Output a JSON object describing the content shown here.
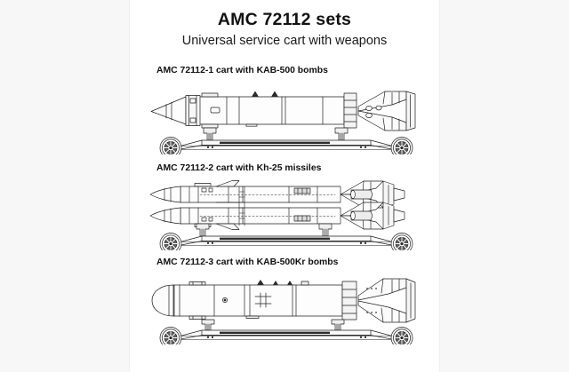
{
  "page": {
    "background_color": "#f7f7f7",
    "sheet_color": "#ffffff",
    "title": "AMC 72112 sets",
    "subtitle": "Universal service cart with weapons"
  },
  "sections": [
    {
      "id": "set-1",
      "heading": "AMC 72112-1 cart with KAB-500 bombs",
      "drawing_name": "cart-with-kab-500-bombs-drawing",
      "weapon": "KAB-500 guided bomb",
      "nose": "pointed conical",
      "cart": "universal service cart with two wheels",
      "wheels": 2
    },
    {
      "id": "set-2",
      "heading": "AMC 72112-2 cart with Kh-25 missiles",
      "drawing_name": "cart-with-kh-25-missiles-drawing",
      "weapon": "Kh-25 air-to-surface missile",
      "nose": "ogive seeker nose",
      "cart": "universal service cart with two wheels",
      "wheels": 2,
      "missiles": 2
    },
    {
      "id": "set-3",
      "heading": "AMC 72112-3 cart with KAB-500Kr bombs",
      "drawing_name": "cart-with-kab-500kr-bombs-drawing",
      "weapon": "KAB-500Kr TV-guided bomb",
      "nose": "blunt rounded",
      "cart": "universal service cart with two wheels",
      "wheels": 2
    }
  ],
  "style": {
    "line_color": "#1f1f1f",
    "fill_light": "#fcfcfc",
    "fill_shade": "#e8e8e8",
    "fill_dark": "#3a3a3a"
  }
}
